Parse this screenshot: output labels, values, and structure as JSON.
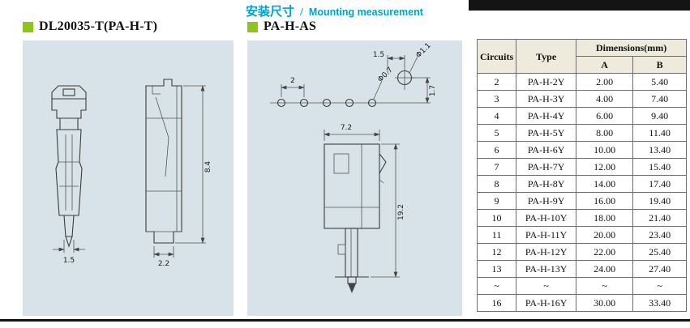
{
  "page": {
    "accent_cyan": "#00a3cc",
    "accent_green": "#8fc31f"
  },
  "header": {
    "zh": "安装尺寸",
    "sep": "/",
    "en": "Mounting measurement"
  },
  "sections": {
    "left": {
      "title": "DL20035-T(PA-H-T)",
      "dims": {
        "width": "1.5",
        "height": "8.4",
        "depth": "2.2"
      }
    },
    "middle": {
      "title": "PA-H-AS",
      "dims": {
        "pitch": "2",
        "hole_offset": "1.5",
        "hole_dia": "Φ1.1",
        "pin_dia": "Φ0.7",
        "row_spacing": "1.7",
        "body_width": "7.2",
        "mount_height": "19.2"
      }
    }
  },
  "table": {
    "col_circuits": "Circuits",
    "col_type": "Type",
    "col_dims": "Dimensions(mm)",
    "col_a": "A",
    "col_b": "B",
    "rows": [
      [
        "2",
        "PA-H-2Y",
        "2.00",
        "5.40"
      ],
      [
        "3",
        "PA-H-3Y",
        "4.00",
        "7.40"
      ],
      [
        "4",
        "PA-H-4Y",
        "6.00",
        "9.40"
      ],
      [
        "5",
        "PA-H-5Y",
        "8.00",
        "11.40"
      ],
      [
        "6",
        "PA-H-6Y",
        "10.00",
        "13.40"
      ],
      [
        "7",
        "PA-H-7Y",
        "12.00",
        "15.40"
      ],
      [
        "8",
        "PA-H-8Y",
        "14.00",
        "17.40"
      ],
      [
        "9",
        "PA-H-9Y",
        "16.00",
        "19.40"
      ],
      [
        "10",
        "PA-H-10Y",
        "18.00",
        "21.40"
      ],
      [
        "11",
        "PA-H-11Y",
        "20.00",
        "23.40"
      ],
      [
        "12",
        "PA-H-12Y",
        "22.00",
        "25.40"
      ],
      [
        "13",
        "PA-H-13Y",
        "24.00",
        "27.40"
      ],
      [
        "~",
        "~",
        "~",
        "~"
      ],
      [
        "16",
        "PA-H-16Y",
        "30.00",
        "33.40"
      ]
    ]
  }
}
